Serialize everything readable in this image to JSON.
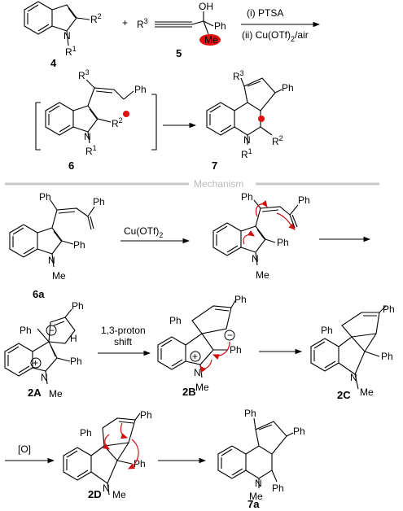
{
  "reaction": {
    "reactant_indole_label": "4",
    "reactant_alcohol_label": "5",
    "intermediate_label": "6",
    "product_label": "7",
    "step_i": "(i) PTSA",
    "step_ii_prefix": "(ii) Cu(OTf)",
    "step_ii_sub": "2",
    "step_ii_suffix": "/air",
    "plus": "+",
    "r1": "R",
    "r1_sup": "1",
    "r2": "R",
    "r2_sup": "2",
    "r3": "R",
    "r3_sup": "3",
    "oh": "OH",
    "ph": "Ph",
    "me": "Me",
    "n": "N"
  },
  "divider": {
    "text": "Mechanism"
  },
  "mechanism": {
    "label_6a": "6a",
    "reagent_prefix": "Cu(OTf)",
    "reagent_sub": "2",
    "label_2A": "2A",
    "label_2B": "2B",
    "label_2C": "2C",
    "label_2D": "2D",
    "label_7a": "7a",
    "proton_shift_line1": "1,3-proton",
    "proton_shift_line2": "shift",
    "oxidant": "[O]",
    "h": "H",
    "plus_charge": "+",
    "minus_charge": "−"
  }
}
